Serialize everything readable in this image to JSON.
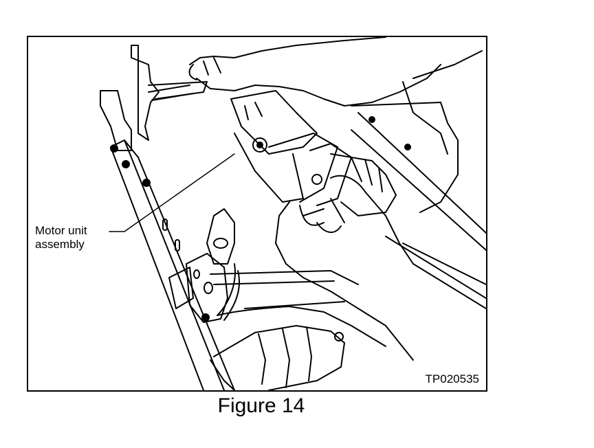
{
  "figure": {
    "caption": "Figure 14",
    "code": "TP020535",
    "callout": {
      "label_line1": "Motor unit",
      "label_line2": "assembly"
    },
    "line_color": "#000000",
    "background_color": "#ffffff"
  }
}
